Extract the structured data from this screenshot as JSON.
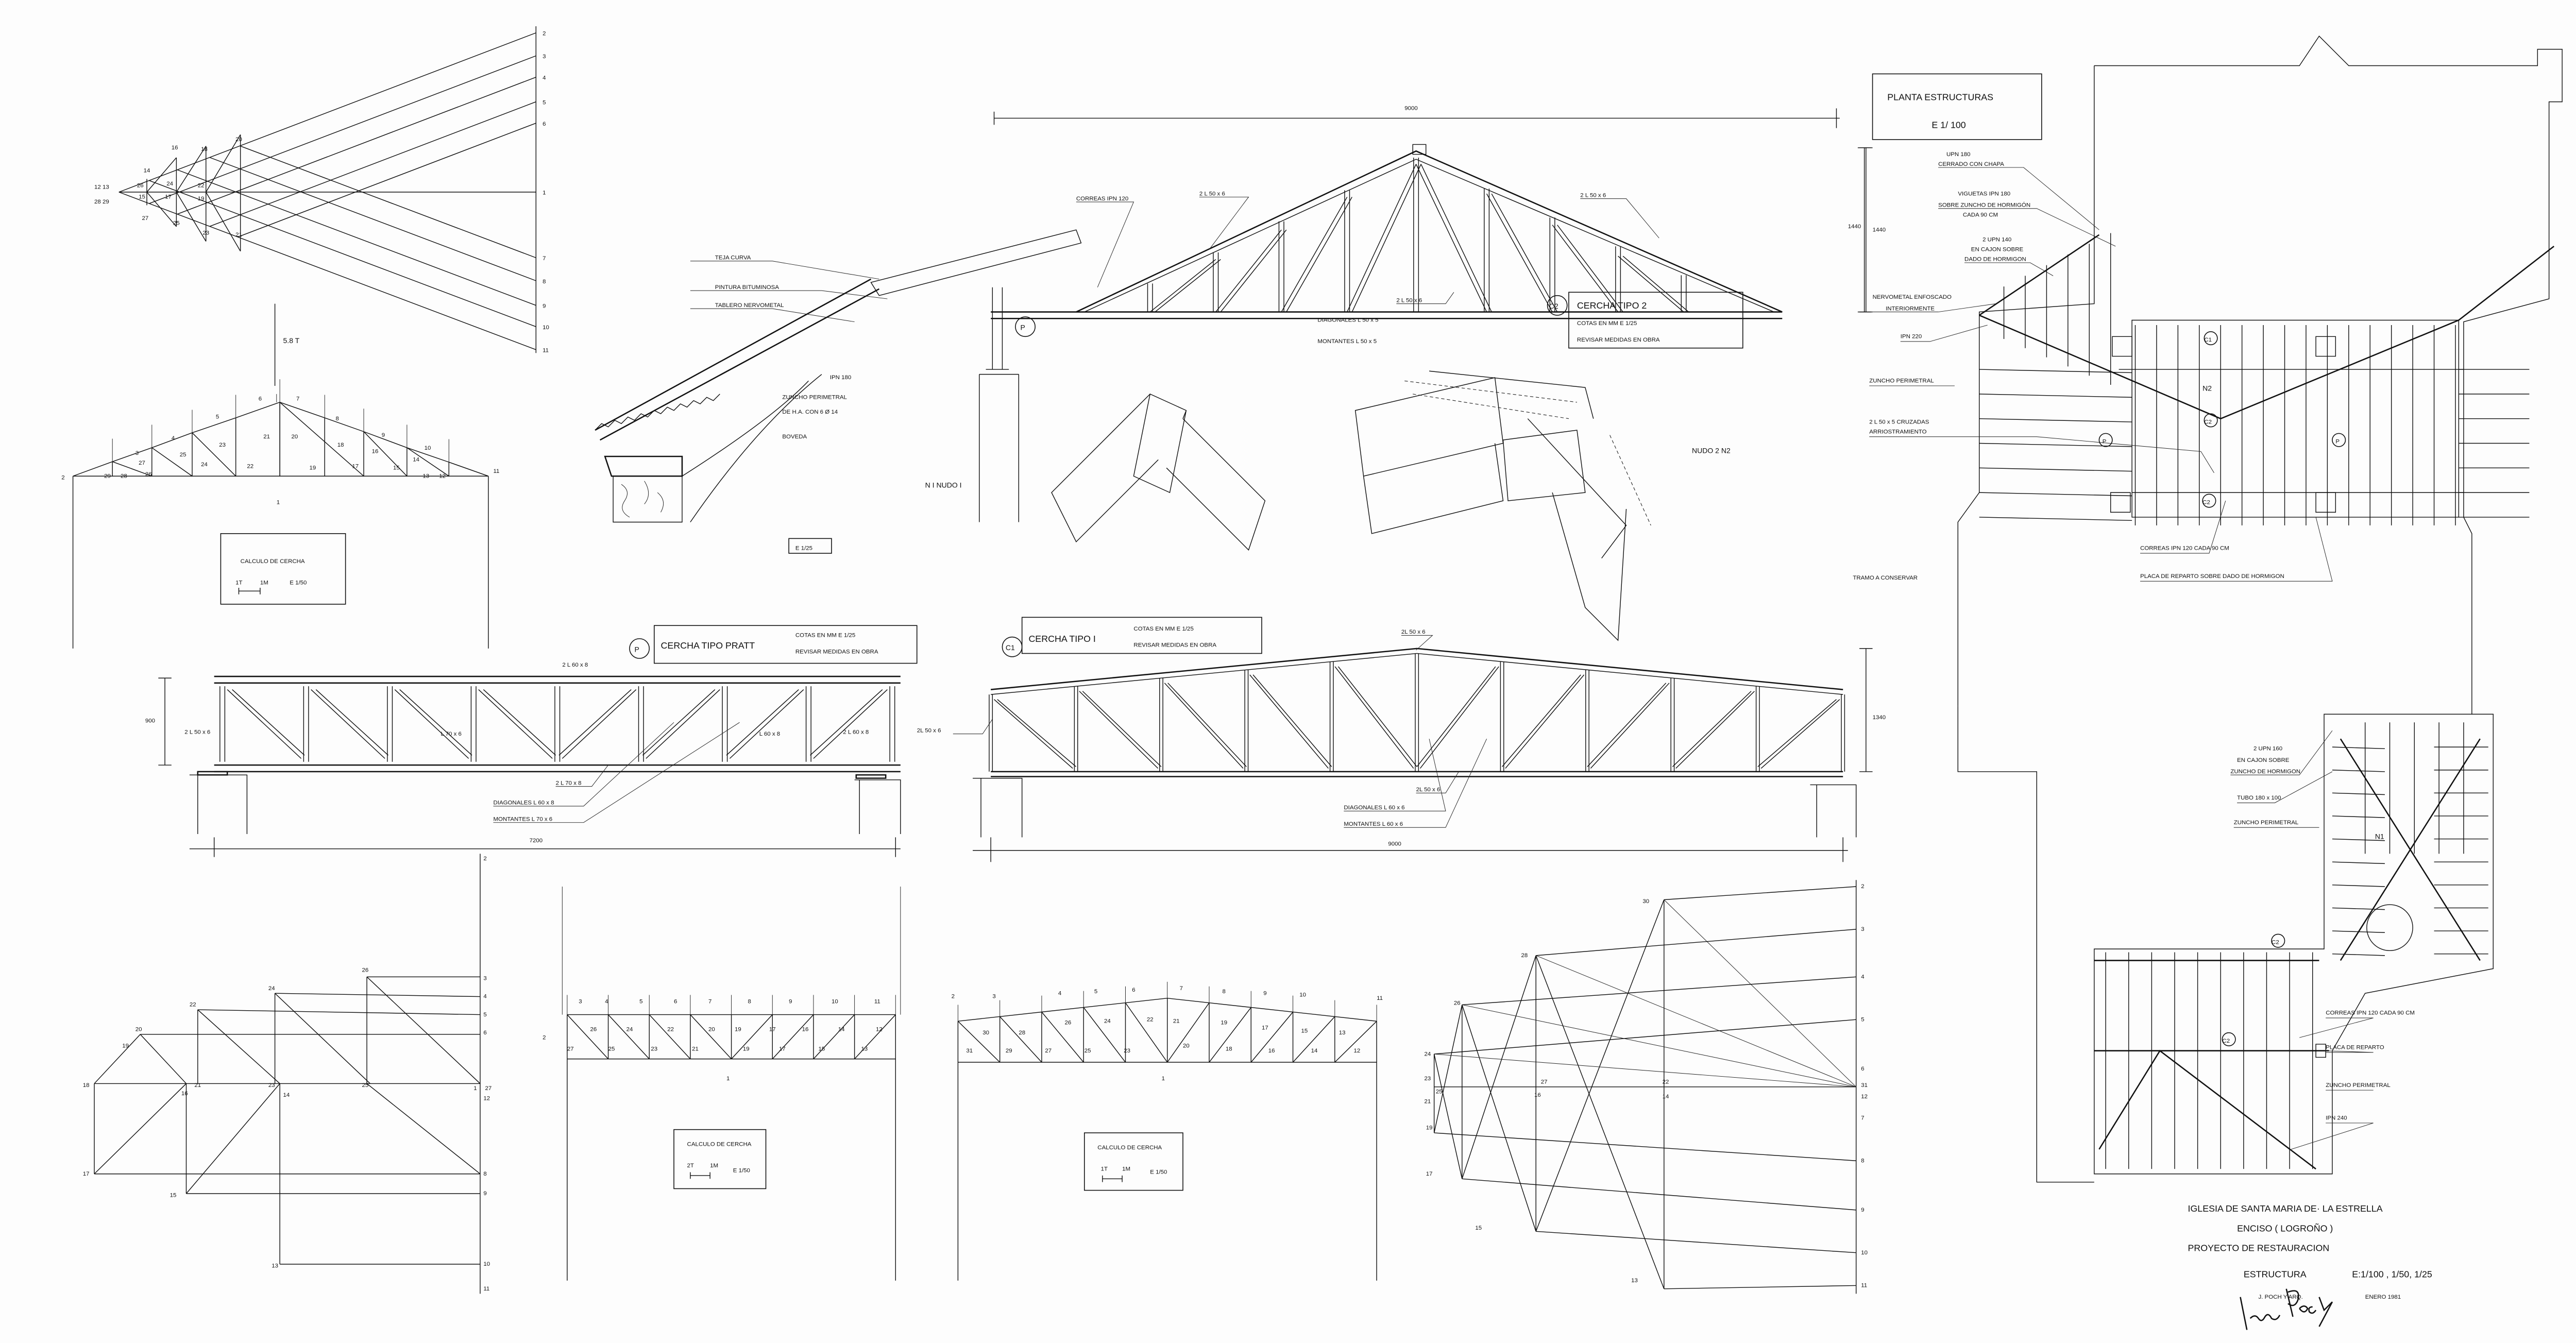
{
  "sheet": {
    "title_block": {
      "church": "IGLESIA  DE  SANTA MARIA  DE· LA  ESTRELLA",
      "location": "ENCISO  ( LOGROÑO )",
      "project": "PROYECTO  DE  RESTAURACION",
      "drawing": "ESTRUCTURA",
      "scales": "E:1/100 , 1/50, 1/25",
      "architect": "J. POCH Y ARQ.",
      "date": "ENERO  1981",
      "signature": "Javier Poch"
    },
    "plan": {
      "title": "PLANTA   ESTRUCTURAS",
      "scale": "E  1/ 100",
      "labels": {
        "upn180": "UPN 180",
        "cerrado": "CERRADO CON CHAPA",
        "viguetas": "VIGUETAS  IPN 180",
        "sobre_zuncho": "SOBRE ZUNCHO DE HORMIGÓN",
        "cada90": "CADA 90 CM",
        "upn140": "2 UPN 140",
        "en_cajon": "EN CAJON SOBRE",
        "dado": "DADO DE HORMIGON",
        "nervometal": "NERVOMETAL ENFOSCADO",
        "interiormente": "INTERIORMENTE",
        "ipn220": "IPN  220",
        "zuncho1": "ZUNCHO  PERIMETRAL",
        "cruzadas": "2 L 50 x 5  CRUZADAS",
        "arriostramiento": "ARRIOSTRAMIENTO",
        "tramo": "TRAMO  A  CONSERVAR",
        "correas1": "CORREAS  IPN  120  CADA  90  CM",
        "placa1": "PLACA  DE  REPARTO  SOBRE  DADO  DE  HORMIGON",
        "upn160": "2 UPN 160",
        "en_cajon2": "EN CAJON SOBRE",
        "zuncho_horm": "ZUNCHO DE HORMIGON",
        "tubo": "TUBO   180 x 100",
        "zuncho2": "ZUNCHO  PERIMETRAL",
        "correas2": "CORREAS  IPN 120  CADA  90 CM",
        "placa2": "PLACA   DE   REPARTO",
        "zuncho3": "ZUNCHO  PERIMETRAL",
        "ipn240": "IPN  240",
        "dim": "1440"
      },
      "marks": {
        "n1": "N1",
        "n2": "N2",
        "c1": "C1",
        "c2": "C2",
        "p": "P"
      }
    },
    "force_diagram_top": {
      "right_labels": [
        "2",
        "3",
        "4",
        "5",
        "6",
        "1",
        "7",
        "8",
        "9",
        "10",
        "11"
      ],
      "left_labels": [
        "12 13",
        "28 29",
        "14",
        "26",
        "15",
        "27",
        "16",
        "24",
        "17",
        "25",
        "18",
        "22",
        "19",
        "23",
        "20",
        "21"
      ],
      "load": "5.8  T"
    },
    "calc_truss_1": {
      "labels": [
        "2",
        "3",
        "4",
        "5",
        "6",
        "7",
        "8",
        "9",
        "10",
        "11",
        "29",
        "28",
        "27",
        "26",
        "25",
        "24",
        "23",
        "22",
        "21",
        "20",
        "19",
        "18",
        "17",
        "16",
        "15",
        "14",
        "13",
        "12",
        "1"
      ],
      "box_title": "CALCULO  DE  CERCHA",
      "force_scale": "1T",
      "length_scale": "1M",
      "scale": "E  1/50"
    },
    "roof_section": {
      "teja": "TEJA  CURVA",
      "pintura": "PINTURA  BITUMINOSA",
      "tablero": "TABLERO  NERVOMETAL",
      "ipn180": "IPN  180",
      "zuncho": "ZUNCHO  PERIMETRAL",
      "zuncho2": "DE  H.A.  CON  6 Ø 14",
      "boveda": "BOVEDA",
      "scale": "E  1/25"
    },
    "cercha_tipo_2": {
      "mark": "C2",
      "title": "CERCHA  TIPO  2",
      "cotas": "COTAS EN MM     E  1/25",
      "revisar": "REVISAR  MEDIDAS  EN  OBRA",
      "correas": "CORREAS  IPN 120",
      "top_left": "2 L  50 x 6",
      "top_right": "2 L  50 x 6",
      "bottom": "2 L  50 x 6",
      "diagonales": "DIAGONALES      L  50 x 5",
      "montantes": "MONTANTES       L  50 x 5",
      "span": "9000",
      "height": "1440",
      "pillar": "P"
    },
    "nudos": {
      "nudo1": "N I     NUDO  I",
      "nudo2": "NUDO  2      N2"
    },
    "cercha_pratt": {
      "mark": "P",
      "title": "CERCHA  TIPO  PRATT",
      "cotas": "COTAS  EN  MM    E  1/25",
      "revisar": "REVISAR  MEDIDAS  EN  OBRA",
      "top": "2 L  60 x 8",
      "end_left": "2 L 50 x 6",
      "mont_mark": "L 70 x 6",
      "diag_mark": "L 60 x 8",
      "end_right": "2 L 60 x 8",
      "bottom": "2 L  70 x 8",
      "diagonales": "DIAGONALES    L  60 x 8",
      "montantes": "MONTANTES    L  70 x 6",
      "span": "7200",
      "height": "900"
    },
    "cercha_tipo_1": {
      "mark": "C1",
      "title": "CERCHA  TIPO  I",
      "cotas": "COTAS  EN  MM    E  1/25",
      "revisar": "REVISAR   MEDIDAS  EN  OBRA",
      "top": "2L  50 x 6",
      "end_left": "2L  50 x 6",
      "bottom": "2L  50 x 6",
      "diagonales": "DIAGONALES   L  60 x 6",
      "montantes": "MONTANTES   L  60 x 6",
      "span": "9000",
      "height": "1340"
    },
    "force_diagram_pratt": {
      "right_labels": [
        "2",
        "3",
        "4",
        "5",
        "6",
        "1",
        "27",
        "12",
        "8",
        "9",
        "10",
        "11"
      ],
      "left_labels": [
        "18",
        "17",
        "15",
        "13",
        "16",
        "14",
        "19",
        "20",
        "21",
        "22",
        "23",
        "24",
        "25",
        "26"
      ]
    },
    "calc_truss_pratt": {
      "labels": [
        "2",
        "3",
        "4",
        "5",
        "6",
        "7",
        "8",
        "9",
        "10",
        "11",
        "26",
        "24",
        "22",
        "20",
        "19",
        "17",
        "16",
        "14",
        "12",
        "27",
        "25",
        "23",
        "21",
        "19",
        "17",
        "15",
        "13",
        "1"
      ],
      "box_title": "CALCULO  DE  CERCHA",
      "force_scale": "2T",
      "length_scale": "1M",
      "scale": "E  1/50"
    },
    "calc_truss_c1": {
      "labels": [
        "2",
        "3",
        "4",
        "5",
        "6",
        "7",
        "8",
        "9",
        "10",
        "11",
        "30",
        "28",
        "26",
        "24",
        "22",
        "21",
        "19",
        "17",
        "15",
        "13",
        "31",
        "29",
        "27",
        "25",
        "23",
        "20",
        "18",
        "16",
        "14",
        "12",
        "1"
      ],
      "box_title": "CALCULO  DE  CERCHA",
      "force_scale": "1T",
      "length_scale": "1M",
      "scale": "E  1/50"
    },
    "force_diagram_c1": {
      "right_labels": [
        "2",
        "3",
        "4",
        "5",
        "6",
        "31",
        "12",
        "7",
        "8",
        "9",
        "10",
        "11"
      ],
      "left_labels": [
        "30",
        "28",
        "26",
        "24",
        "23",
        "25",
        "21",
        "19",
        "17",
        "15",
        "13",
        "27",
        "16",
        "22",
        "14"
      ]
    }
  }
}
